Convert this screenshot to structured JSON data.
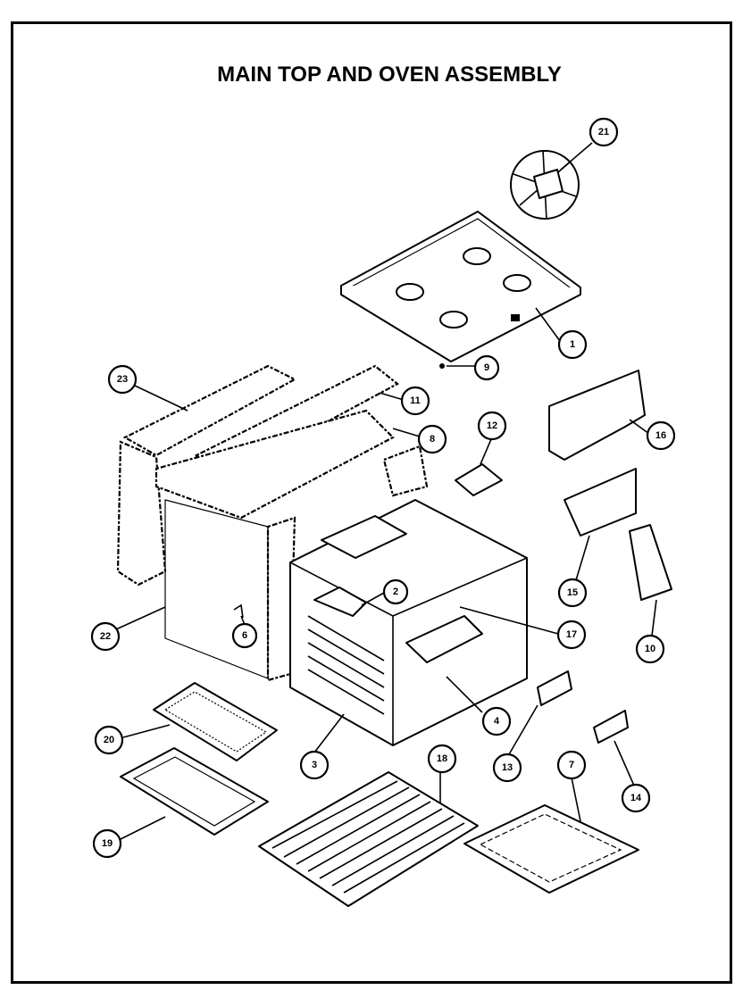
{
  "title": "MAIN TOP AND OVEN ASSEMBLY",
  "callouts": [
    {
      "id": "c1",
      "label": "1"
    },
    {
      "id": "c2",
      "label": "2"
    },
    {
      "id": "c3",
      "label": "3"
    },
    {
      "id": "c4",
      "label": "4"
    },
    {
      "id": "c6",
      "label": "6"
    },
    {
      "id": "c7",
      "label": "7"
    },
    {
      "id": "c8",
      "label": "8"
    },
    {
      "id": "c9",
      "label": "9"
    },
    {
      "id": "c10",
      "label": "10"
    },
    {
      "id": "c11",
      "label": "11"
    },
    {
      "id": "c12",
      "label": "12"
    },
    {
      "id": "c13",
      "label": "13"
    },
    {
      "id": "c14",
      "label": "14"
    },
    {
      "id": "c15",
      "label": "15"
    },
    {
      "id": "c16",
      "label": "16"
    },
    {
      "id": "c17",
      "label": "17"
    },
    {
      "id": "c18",
      "label": "18"
    },
    {
      "id": "c19",
      "label": "19"
    },
    {
      "id": "c20",
      "label": "20"
    },
    {
      "id": "c21",
      "label": "21"
    },
    {
      "id": "c22",
      "label": "22"
    },
    {
      "id": "c23",
      "label": "23"
    }
  ]
}
